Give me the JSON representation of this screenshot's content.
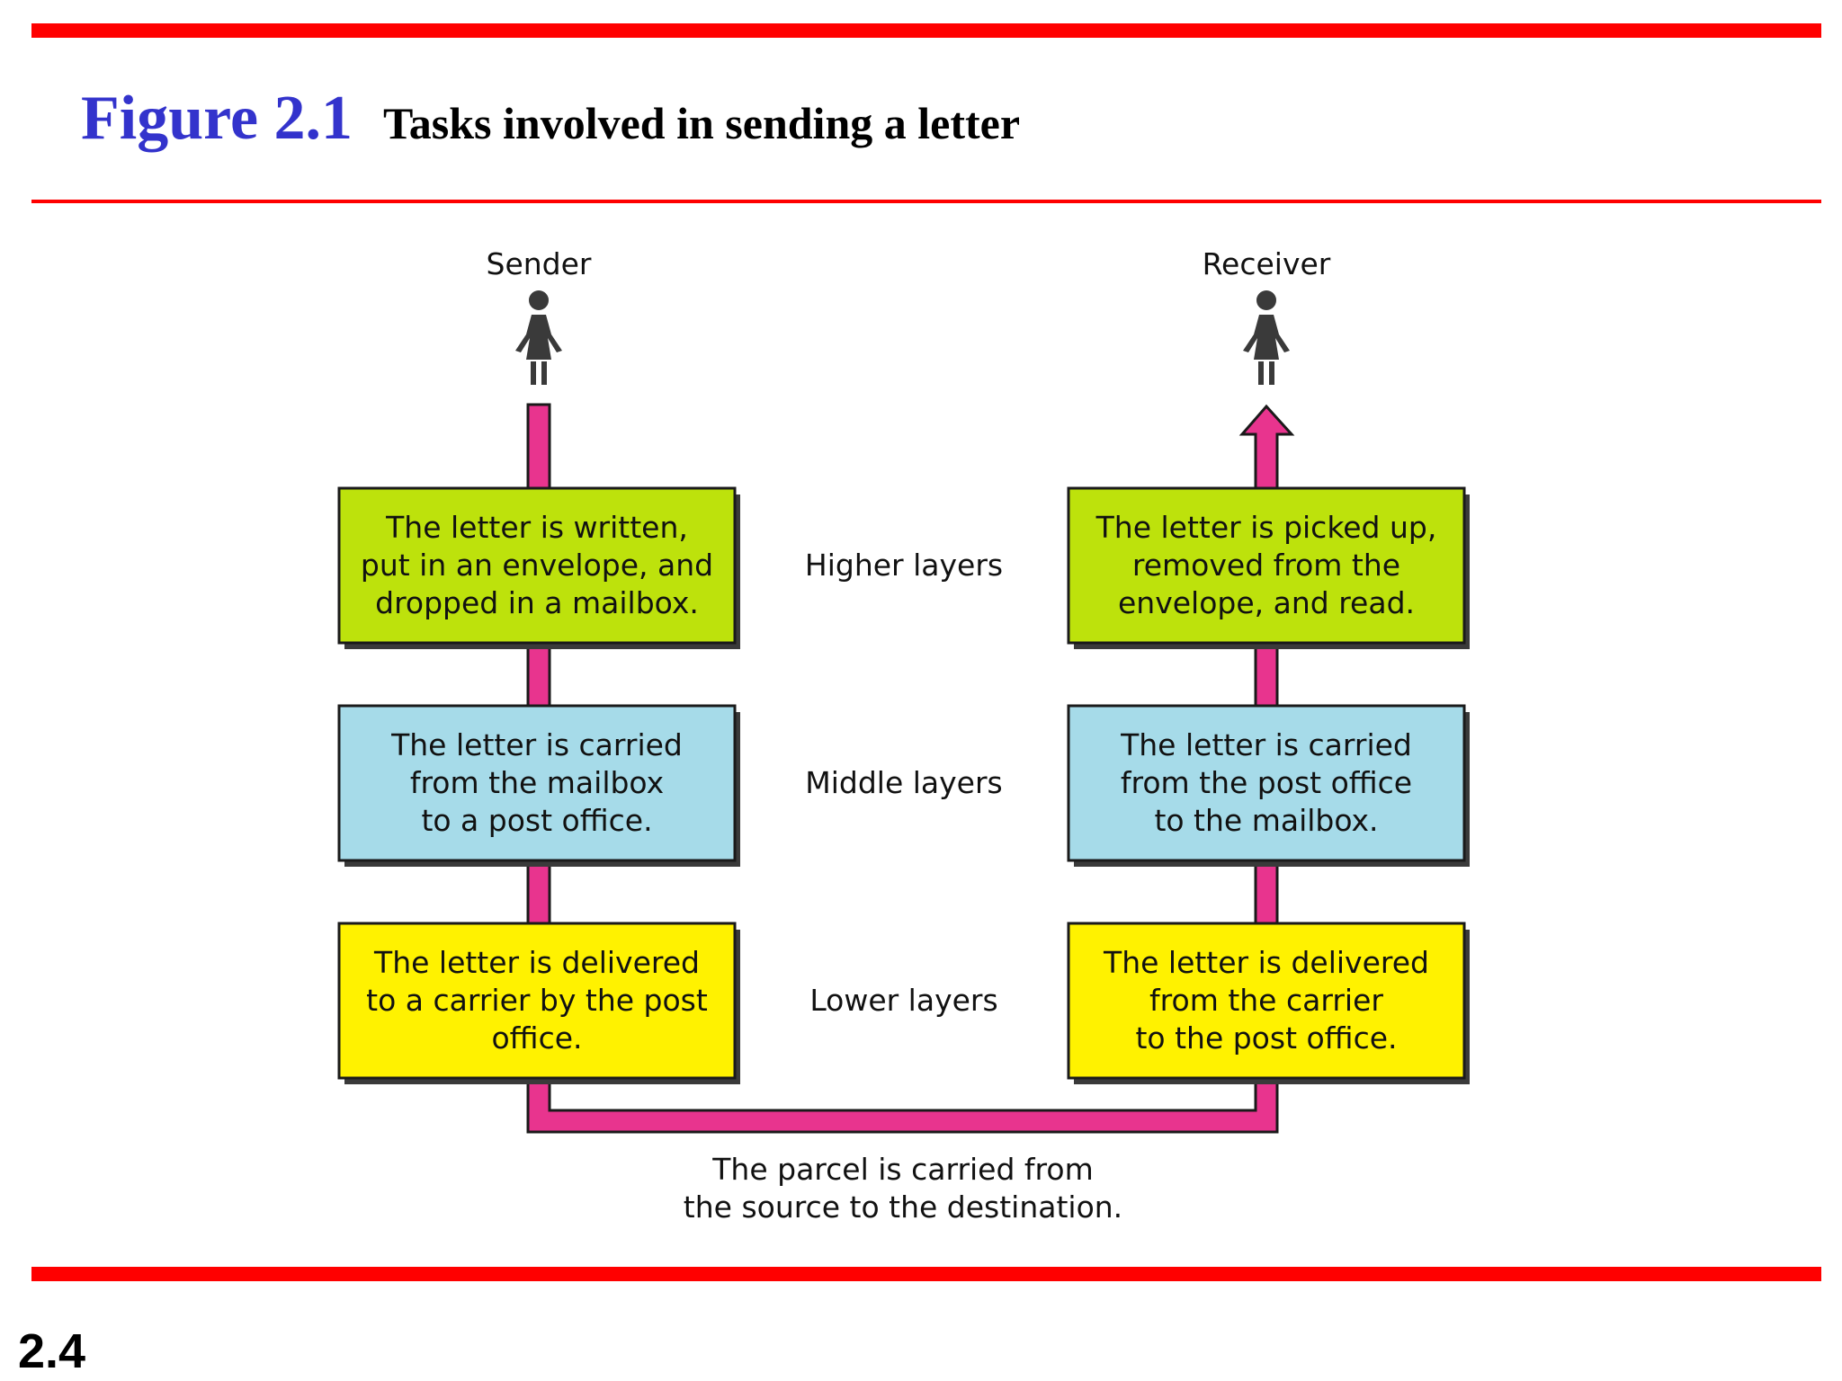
{
  "figure": {
    "number": "Figure 2.1",
    "title": "Tasks involved in sending a letter"
  },
  "sender_label": "Sender",
  "receiver_label": "Receiver",
  "layers": {
    "higher": "Higher layers",
    "middle": "Middle layers",
    "lower": "Lower layers"
  },
  "sender_boxes": {
    "higher": [
      "The letter is written,",
      "put in an envelope, and",
      "dropped in a mailbox."
    ],
    "middle": [
      "The letter is carried",
      "from the mailbox",
      "to a post office."
    ],
    "lower": [
      "The letter is delivered",
      "to a carrier by the post",
      "office."
    ]
  },
  "receiver_boxes": {
    "higher": [
      "The letter is picked up,",
      "removed from the",
      "envelope, and read."
    ],
    "middle": [
      "The letter is carried",
      "from the post office",
      "to the mailbox."
    ],
    "lower": [
      "The letter is delivered",
      "from the carrier",
      "to the post office."
    ]
  },
  "transport_caption": [
    "The parcel is carried from",
    "the source to the destination."
  ],
  "slide_number": "2.4",
  "colors": {
    "rule": "#ff0000",
    "figure_number": "#3333cc",
    "higher_box": "#bde20c",
    "middle_box": "#a6dbe9",
    "lower_box": "#fff200",
    "path": "#e8348e",
    "person": "#3a3a3a"
  },
  "icons": {
    "sender": "woman-icon",
    "receiver": "woman-icon",
    "receiver_arrow": "arrow-up-icon"
  }
}
